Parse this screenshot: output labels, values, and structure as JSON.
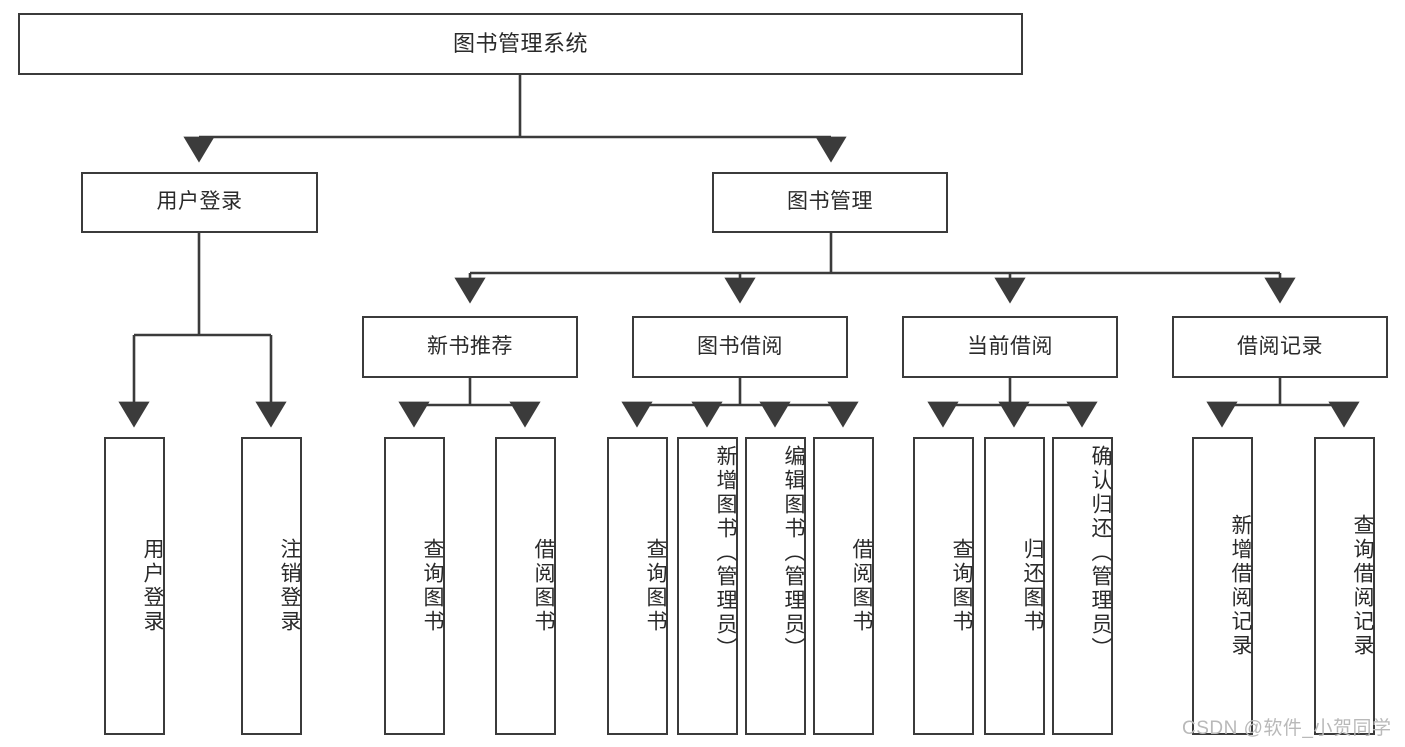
{
  "diagram": {
    "type": "tree-hierarchy",
    "title": "图书管理系统",
    "root": {
      "label": "图书管理系统"
    },
    "level2": [
      {
        "label": "用户登录"
      },
      {
        "label": "图书管理"
      }
    ],
    "level3": [
      {
        "label": "新书推荐"
      },
      {
        "label": "图书借阅"
      },
      {
        "label": "当前借阅"
      },
      {
        "label": "借阅记录"
      }
    ],
    "leaves": {
      "user_login": [
        {
          "label": "用户登录"
        },
        {
          "label": "注销登录"
        }
      ],
      "new_book_recommend": [
        {
          "label": "查询图书"
        },
        {
          "label": "借阅图书"
        }
      ],
      "book_borrow": [
        {
          "label": "查询图书"
        },
        {
          "label": "新增图书（管理员）"
        },
        {
          "label": "编辑图书（管理员）"
        },
        {
          "label": "借阅图书"
        }
      ],
      "current_borrow": [
        {
          "label": "查询图书"
        },
        {
          "label": "归还图书"
        },
        {
          "label": "确认归还（管理员）"
        }
      ],
      "borrow_record": [
        {
          "label": "新增借阅记录"
        },
        {
          "label": "查询借阅记录"
        }
      ]
    }
  },
  "watermark": {
    "text": "CSDN @软件_小贺同学"
  },
  "colors": {
    "stroke": "#3b3b3b",
    "background": "#ffffff",
    "text": "#2a2a2a",
    "watermark": "#b9b9b9"
  }
}
